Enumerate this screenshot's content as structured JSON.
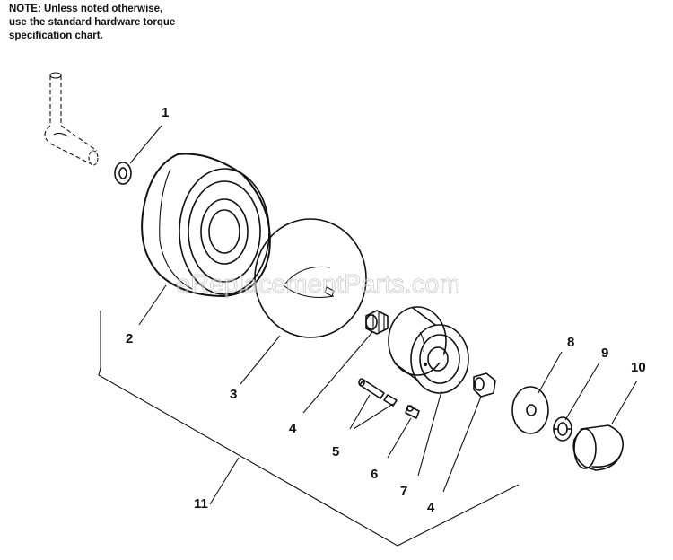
{
  "note": {
    "line1": "NOTE: Unless noted otherwise,",
    "line2": "use the standard hardware torque",
    "line3": "specification chart."
  },
  "watermark": "eReplacementParts.com",
  "callouts": [
    "1",
    "2",
    "3",
    "4",
    "5",
    "6",
    "7",
    "4",
    "8",
    "9",
    "10",
    "11"
  ]
}
